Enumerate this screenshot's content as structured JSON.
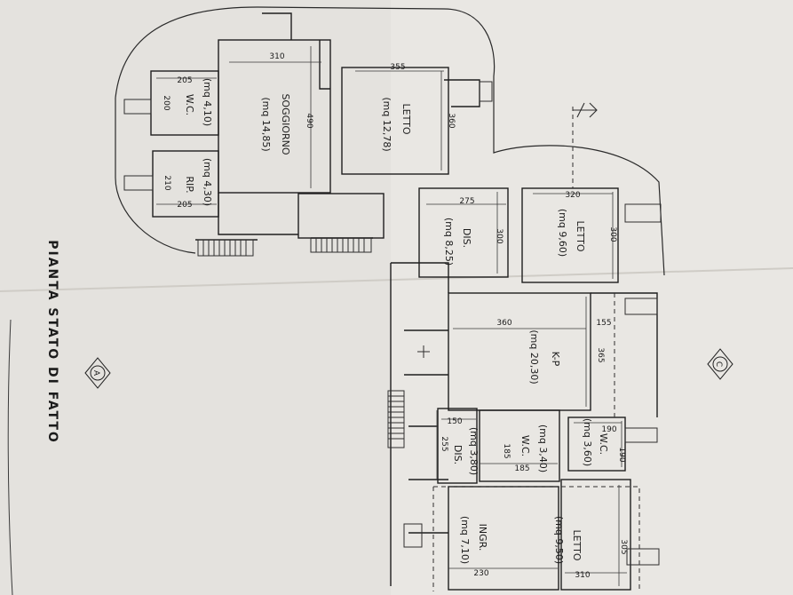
{
  "title": "PIANTA STATO DI FATTO",
  "markers": {
    "left": "A",
    "right": "C"
  },
  "rooms": {
    "soggiorno": {
      "name": "SOGGIORNO",
      "area": "(mq 14,85)",
      "dim_w": "310",
      "dim_h": "490"
    },
    "wc_top": {
      "name": "W.C.",
      "area": "(mq 4,10)",
      "dim_w": "205",
      "dim_h": "200"
    },
    "rip": {
      "name": "RIP.",
      "area": "(mq 4,30)",
      "dim_w": "205",
      "dim_h": "210"
    },
    "letto_top": {
      "name": "LETTO",
      "area": "(mq 12,78)",
      "dim_w": "355",
      "dim_h": "360"
    },
    "dis_top": {
      "name": "DIS.",
      "area": "(mq 8,25)",
      "dim_w": "275",
      "dim_h": "300"
    },
    "letto_right": {
      "name": "LETTO",
      "area": "(mq 9,60)",
      "dim_w": "320",
      "dim_h": "300"
    },
    "kp": {
      "name": "K-P",
      "area": "(mq 20,30)",
      "dim_w": "360",
      "dim_h": "365",
      "dim_x": "155"
    },
    "wc_mid": {
      "name": "W.C.",
      "area": "(mq 3,40)",
      "dim_w": "185",
      "dim_h": "185"
    },
    "wc_right": {
      "name": "W.C.",
      "area": "(mq 3,60)",
      "dim_w": "190",
      "dim_h": "190"
    },
    "dis_bottom": {
      "name": "DIS.",
      "area": "(mq 3,80)",
      "dim_w": "150",
      "dim_h": "255"
    },
    "ingr": {
      "name": "INGR.",
      "area": "(mq 7,10)",
      "dim_w": "230"
    },
    "letto_bottom": {
      "name": "LETTO",
      "area": "(mq 9,50)",
      "dim_w": "310",
      "dim_h": "305"
    }
  }
}
